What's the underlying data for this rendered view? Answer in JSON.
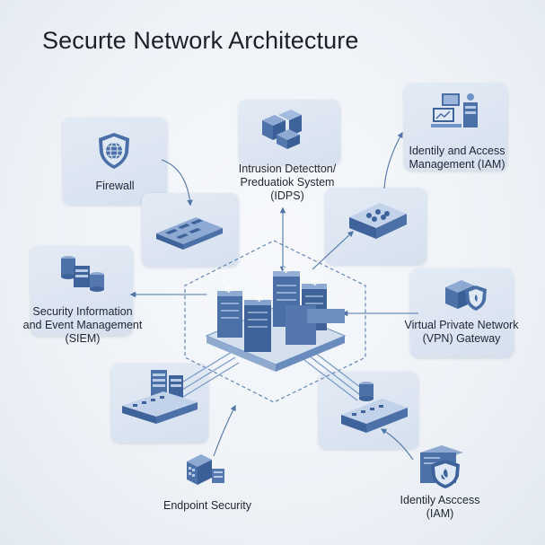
{
  "title": "Securte Network Architecture",
  "nodes": [
    {
      "id": "firewall",
      "label": "Firewall",
      "icon": "shield-globe-icon"
    },
    {
      "id": "idps",
      "label": "Intrusion Detectton/\nPreduatiok System\n(IDPS)",
      "icon": "server-blocks-icon"
    },
    {
      "id": "iam-top",
      "label": "Identily and Access\nManagement (IAM)",
      "icon": "workstation-icon"
    },
    {
      "id": "siem",
      "label": "Security Information\nand Event Management\n(SIEM)",
      "icon": "database-cluster-icon"
    },
    {
      "id": "vpn",
      "label": "Virtual Private Network\n(VPN) Gateway",
      "icon": "vpn-shield-icon"
    },
    {
      "id": "endpoint",
      "label": "Endpoint Security",
      "icon": "building-icon"
    },
    {
      "id": "iam-bottom",
      "label": "Identily Asccess\n(IAM)",
      "icon": "shield-device-icon"
    }
  ],
  "colors": {
    "icon_dark": "#3b5f93",
    "icon_mid": "#6f93c4",
    "icon_light": "#b7cbe6",
    "line": "#5a7fb0",
    "card": "#d9e3f0"
  }
}
